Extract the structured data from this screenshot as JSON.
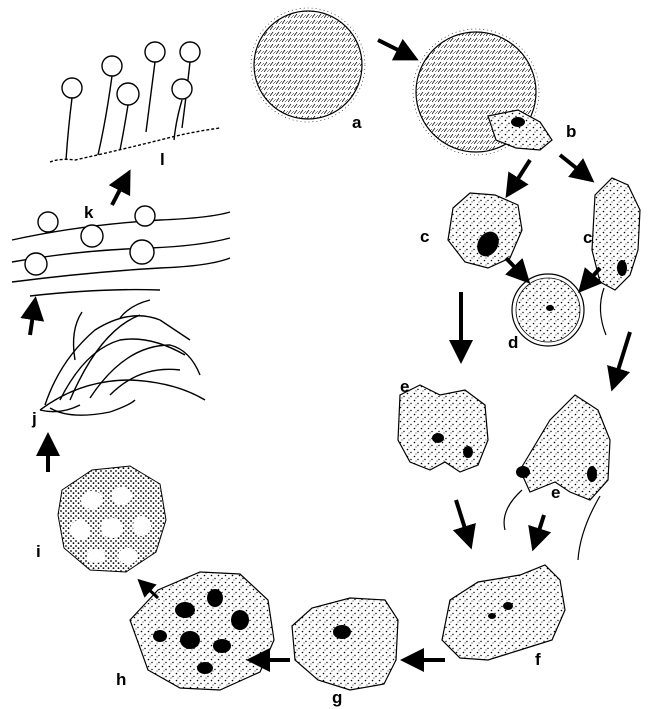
{
  "labels": {
    "a": "a",
    "b": "b",
    "c_left": "c",
    "c_right": "c",
    "d": "d",
    "e_left": "e",
    "e_right": "e",
    "f": "f",
    "g": "g",
    "h": "h",
    "i": "i",
    "j": "j",
    "k": "k",
    "l": "l"
  },
  "colors": {
    "ink": "#000000",
    "paper": "#ffffff"
  }
}
